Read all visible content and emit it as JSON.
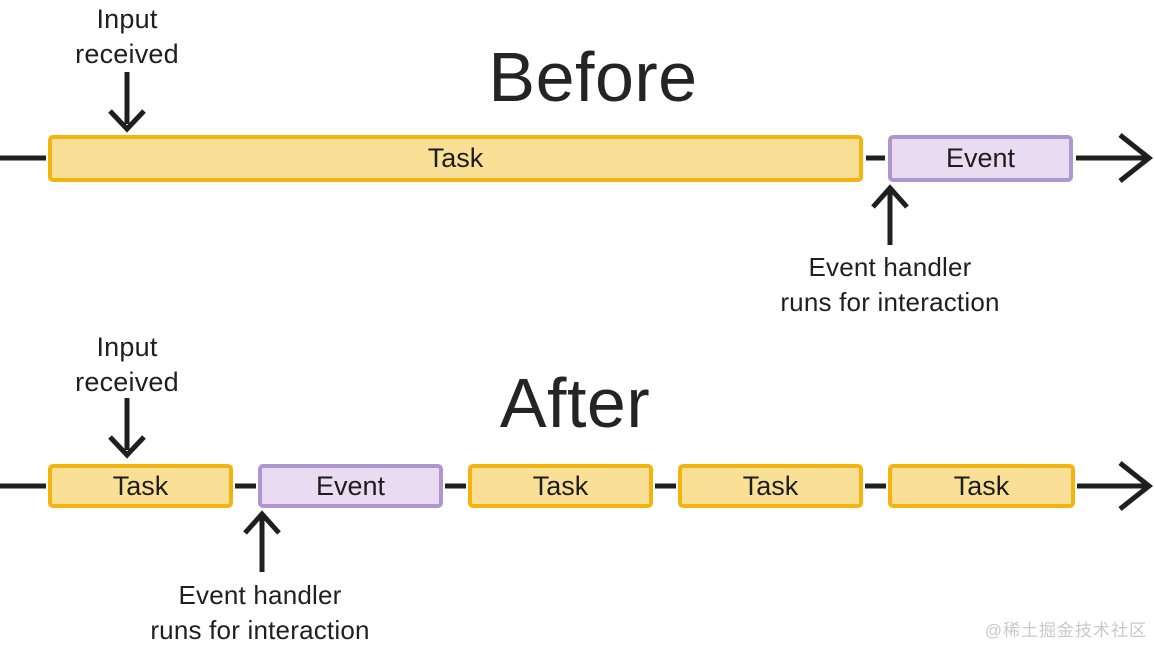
{
  "colors": {
    "ink": "#1f1f1f",
    "task-fill": "#fae096",
    "task-border": "#f3b40f",
    "event-fill": "#e9dcf2",
    "event-border": "#b096cf",
    "watermark": "#c9c9c9"
  },
  "before": {
    "title": "Before",
    "input_note": {
      "line1": "Input",
      "line2": "received"
    },
    "boxes": [
      {
        "label": "Task",
        "kind": "task"
      },
      {
        "label": "Event",
        "kind": "event"
      }
    ],
    "handler_note": {
      "line1": "Event handler",
      "line2": "runs for interaction"
    }
  },
  "after": {
    "title": "After",
    "input_note": {
      "line1": "Input",
      "line2": "received"
    },
    "boxes": [
      {
        "label": "Task",
        "kind": "task"
      },
      {
        "label": "Event",
        "kind": "event"
      },
      {
        "label": "Task",
        "kind": "task"
      },
      {
        "label": "Task",
        "kind": "task"
      },
      {
        "label": "Task",
        "kind": "task"
      }
    ],
    "handler_note": {
      "line1": "Event handler",
      "line2": "runs for interaction"
    }
  },
  "watermark": "@稀土掘金技术社区"
}
